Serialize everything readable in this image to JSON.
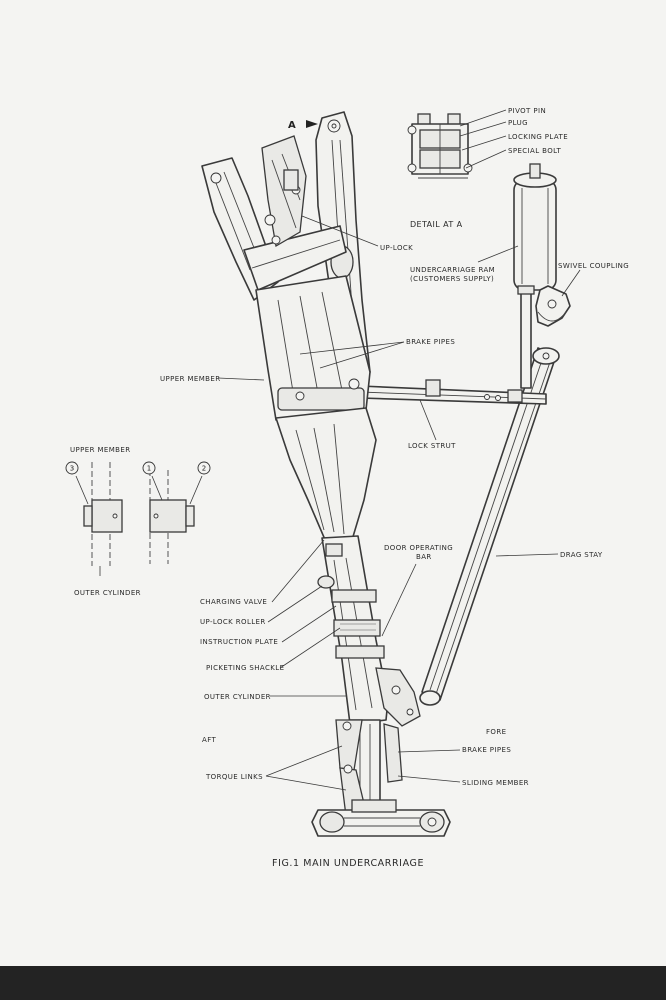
{
  "detail": {
    "marker": "A",
    "title": "DETAIL AT A",
    "pivot_pin": "PIVOT PIN",
    "plug": "PLUG",
    "locking_plate": "LOCKING PLATE",
    "special_bolt": "SPECIAL BOLT"
  },
  "labels": {
    "up_lock": "UP-LOCK",
    "undercarriage_ram_1": "UNDERCARRIAGE RAM",
    "undercarriage_ram_2": "(CUSTOMERS SUPPLY)",
    "swivel_coupling": "SWIVEL COUPLING",
    "brake_pipes_top": "BRAKE PIPES",
    "upper_member": "UPPER MEMBER",
    "lock_strut": "LOCK STRUT",
    "drag_stay": "DRAG STAY",
    "door_operating_bar_1": "DOOR OPERATING",
    "door_operating_bar_2": "BAR",
    "charging_valve": "CHARGING VALVE",
    "up_lock_roller": "UP-LOCK ROLLER",
    "instruction_plate": "INSTRUCTION PLATE",
    "picketing_shackle": "PICKETING SHACKLE",
    "outer_cylinder": "OUTER CYLINDER",
    "aft": "AFT",
    "fore": "FORE",
    "brake_pipes_bottom": "BRAKE PIPES",
    "sliding_member": "SLIDING MEMBER",
    "torque_links": "TORQUE LINKS"
  },
  "inset": {
    "upper_member": "UPPER MEMBER",
    "outer_cylinder": "OUTER CYLINDER",
    "n1": "1",
    "n2": "2",
    "n3": "3"
  },
  "caption": "FIG.1 MAIN UNDERCARRIAGE"
}
